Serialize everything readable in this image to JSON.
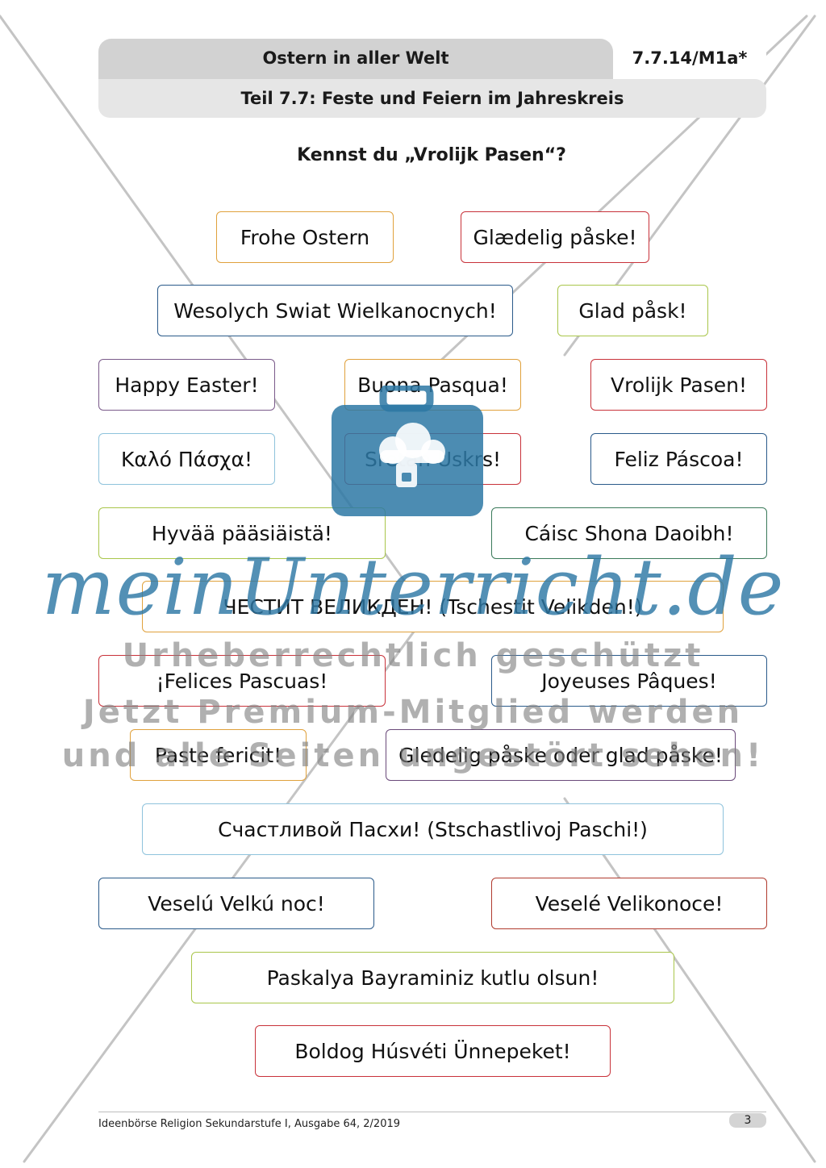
{
  "header": {
    "title": "Ostern in aller Welt",
    "ref": "7.7.14/M1a*",
    "subtitle": "Teil 7.7: Feste und Feiern im Jahreskreis"
  },
  "question": "Kennst du „Vrolijk Pasen“?",
  "greetings": [
    {
      "text": "Frohe Ostern",
      "color": "#e0a13c"
    },
    {
      "text": "Glædelig påske!",
      "color": "#c8323a"
    },
    {
      "text": "Wesolych Swiat Wielkanocnych!",
      "color": "#2a5a8a"
    },
    {
      "text": "Glad påsk!",
      "color": "#a9c64a"
    },
    {
      "text": "Happy Easter!",
      "color": "#7a5a8a"
    },
    {
      "text": "Buona Pasqua!",
      "color": "#e0a13c"
    },
    {
      "text": "Vrolijk Pasen!",
      "color": "#c8323a"
    },
    {
      "text": "Καλό Πάσχα!",
      "color": "#8ec3dc"
    },
    {
      "text": "Sretan Uskrs!",
      "color": "#c8323a"
    },
    {
      "text": "Feliz Páscoa!",
      "color": "#2a5a8a"
    },
    {
      "text": "Hyvää pääsiäistä!",
      "color": "#a9c64a"
    },
    {
      "text": "Cáisc Shona Daoibh!",
      "color": "#3a7a5a"
    },
    {
      "text": "ЧЕСТИТ ВЕЛИКДЕН! (Tschestit Velikden!)",
      "color": "#e0a13c"
    },
    {
      "text": "¡Felices Pascuas!",
      "color": "#c8323a"
    },
    {
      "text": "Joyeuses Pâques!",
      "color": "#2a5a8a"
    },
    {
      "text": "Paste fericit!",
      "color": "#e0a13c"
    },
    {
      "text": "Gledelig påske oder glad påske!",
      "color": "#6a4a7a"
    },
    {
      "text": "Счастливой Пасхи! (Stschastlivoj Paschi!)",
      "color": "#8ec3dc"
    },
    {
      "text": "Veselú Velkú noc!",
      "color": "#2a5a8a"
    },
    {
      "text": "Veselé Velikonoce!",
      "color": "#b03a2e"
    },
    {
      "text": "Paskalya Bayraminiz kutlu olsun!",
      "color": "#a9c64a"
    },
    {
      "text": "Boldog Húsvéti Ünnepeket!",
      "color": "#c8323a"
    }
  ],
  "watermark": {
    "brand": "meinUnterricht.de",
    "line1": "Urheberrechtlich geschützt",
    "line2": "Jetzt Premium-Mitglied werden",
    "line3": "und alle Seiten ungestört sehen!"
  },
  "footer": {
    "text": "Ideenbörse Religion Sekundarstufe I, Ausgabe 64, 2/2019",
    "page": "3"
  }
}
